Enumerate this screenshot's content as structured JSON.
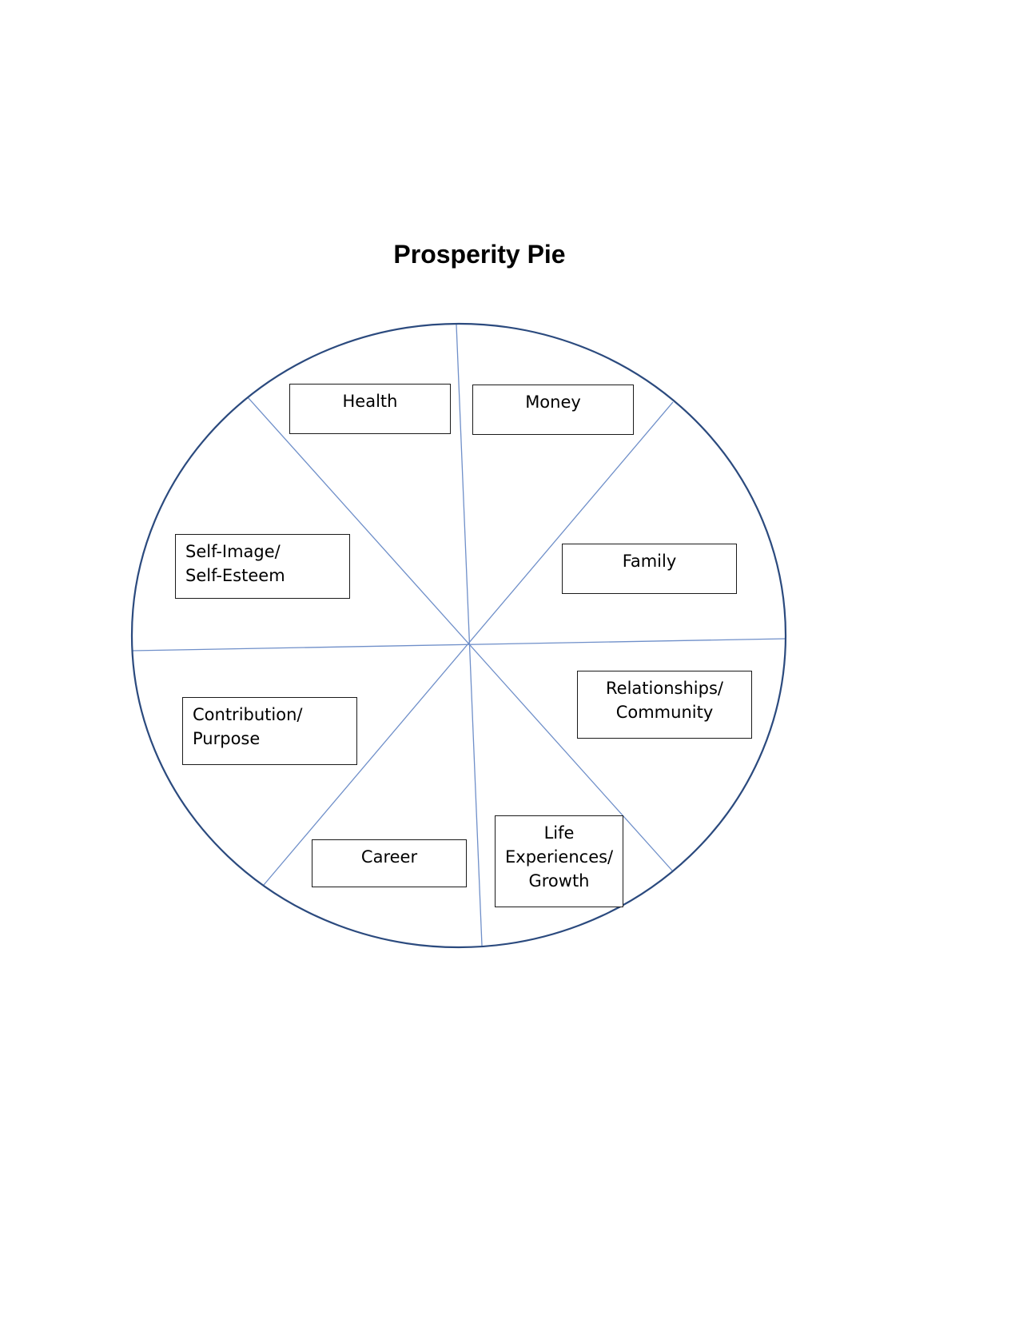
{
  "title": "Prosperity Pie",
  "colors": {
    "circle_stroke": "#2b4a7e",
    "divider_stroke": "#6f8fc9",
    "box_border": "#1a1a1a"
  },
  "segments": [
    {
      "id": "health",
      "lines": [
        "Health"
      ]
    },
    {
      "id": "money",
      "lines": [
        "Money"
      ]
    },
    {
      "id": "family",
      "lines": [
        "Family"
      ]
    },
    {
      "id": "relationships",
      "lines": [
        "Relationships/",
        "Community"
      ]
    },
    {
      "id": "life-experiences",
      "lines": [
        "Life",
        "Experiences/",
        "Growth"
      ]
    },
    {
      "id": "career",
      "lines": [
        "Career"
      ]
    },
    {
      "id": "contribution",
      "lines": [
        "Contribution/",
        "Purpose"
      ]
    },
    {
      "id": "self-image",
      "lines": [
        "Self-Image/",
        "Self-Esteem"
      ]
    }
  ]
}
